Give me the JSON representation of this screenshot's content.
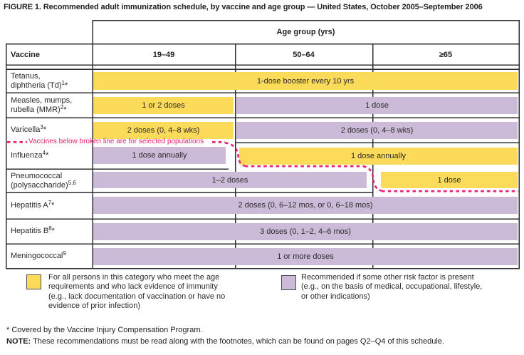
{
  "title": "FIGURE 1. Recommended adult immunization schedule, by vaccine and age group — United States, October 2005–September 2006",
  "table": {
    "age_group_header": "Age group (yrs)",
    "vaccine_header": "Vaccine",
    "age_columns": [
      "19–49",
      "50–64",
      "≥65"
    ],
    "broken_line_note": "Vaccines below broken line are for selected populations",
    "rows": [
      {
        "label_line1": "Tetanus,",
        "label_line2": "diphtheria (Td)",
        "sup": "1",
        "asterisk": "*",
        "bars": [
          {
            "text": "1-dose booster every 10 yrs",
            "category": "for-all",
            "age_groups": [
              "19–49",
              "50–64",
              "≥65"
            ]
          }
        ]
      },
      {
        "label_line1": "Measles, mumps,",
        "label_line2": "rubella (MMR)",
        "sup": "2",
        "asterisk": "*",
        "bars": [
          {
            "text": "1 or 2 doses",
            "category": "for-all",
            "age_groups": [
              "19–49"
            ]
          },
          {
            "text": "1 dose",
            "category": "risk-based",
            "age_groups": [
              "50–64",
              "≥65"
            ]
          }
        ]
      },
      {
        "label_line1": "",
        "label_line2": "Varicella",
        "sup": "3",
        "asterisk": "*",
        "bars": [
          {
            "text": "2 doses (0, 4–8 wks)",
            "category": "for-all",
            "age_groups": [
              "19–49"
            ]
          },
          {
            "text": "2 doses (0, 4–8 wks)",
            "category": "risk-based",
            "age_groups": [
              "50–64",
              "≥65"
            ]
          }
        ]
      },
      {
        "label_line1": "",
        "label_line2": "Influenza",
        "sup": "4",
        "asterisk": "*",
        "bars": [
          {
            "text": "1 dose annually",
            "category": "risk-based",
            "age_groups": [
              "19–49"
            ]
          },
          {
            "text": "1 dose annually",
            "category": "for-all",
            "age_groups": [
              "50–64",
              "≥65"
            ]
          }
        ]
      },
      {
        "label_line1": "Pneumococcal",
        "label_line2": "(polysaccharide)",
        "sup": "5,6",
        "asterisk": "",
        "bars": [
          {
            "text": "1–2 doses",
            "category": "risk-based",
            "age_groups": [
              "19–49",
              "50–64"
            ]
          },
          {
            "text": "1 dose",
            "category": "for-all",
            "age_groups": [
              "≥65"
            ]
          }
        ]
      },
      {
        "label_line1": "",
        "label_line2": "Hepatitis A",
        "sup": "7",
        "asterisk": "*",
        "bars": [
          {
            "text": "2 doses (0, 6–12 mos, or 0, 6–18 mos)",
            "category": "risk-based",
            "age_groups": [
              "19–49",
              "50–64",
              "≥65"
            ]
          }
        ]
      },
      {
        "label_line1": "",
        "label_line2": "Hepatitis B",
        "sup": "8",
        "asterisk": "*",
        "bars": [
          {
            "text": "3 doses (0, 1–2, 4–6 mos)",
            "category": "risk-based",
            "age_groups": [
              "19–49",
              "50–64",
              "≥65"
            ]
          }
        ]
      },
      {
        "label_line1": "",
        "label_line2": "Meningococcal",
        "sup": "9",
        "asterisk": "",
        "bars": [
          {
            "text": "1 or more doses",
            "category": "risk-based",
            "age_groups": [
              "19–49",
              "50–64",
              "≥65"
            ]
          }
        ]
      }
    ]
  },
  "legend": [
    {
      "category": "for-all",
      "color": "#FCDA5A",
      "text": "For all persons in this category who meet the age requirements and who lack evidence of immunity (e.g., lack documentation of vaccination or have no evidence of prior infection)"
    },
    {
      "category": "risk-based",
      "color": "#CBBBD8",
      "text": "Recommended if some other risk factor is present (e.g., on the basis of medical, occupational, lifestyle, or other indications)"
    }
  ],
  "footnotes": {
    "star": "* Covered by the Vaccine Injury Compensation Program.",
    "note_label": "NOTE:",
    "note_text": " These recommendations must be read along with the footnotes, which can be found on pages Q2–Q4 of this schedule."
  },
  "colors": {
    "for_all": "#FCDA5A",
    "risk_based": "#CBBBD8",
    "broken_line": "#E8216E",
    "grid": "#2e2e2e"
  }
}
